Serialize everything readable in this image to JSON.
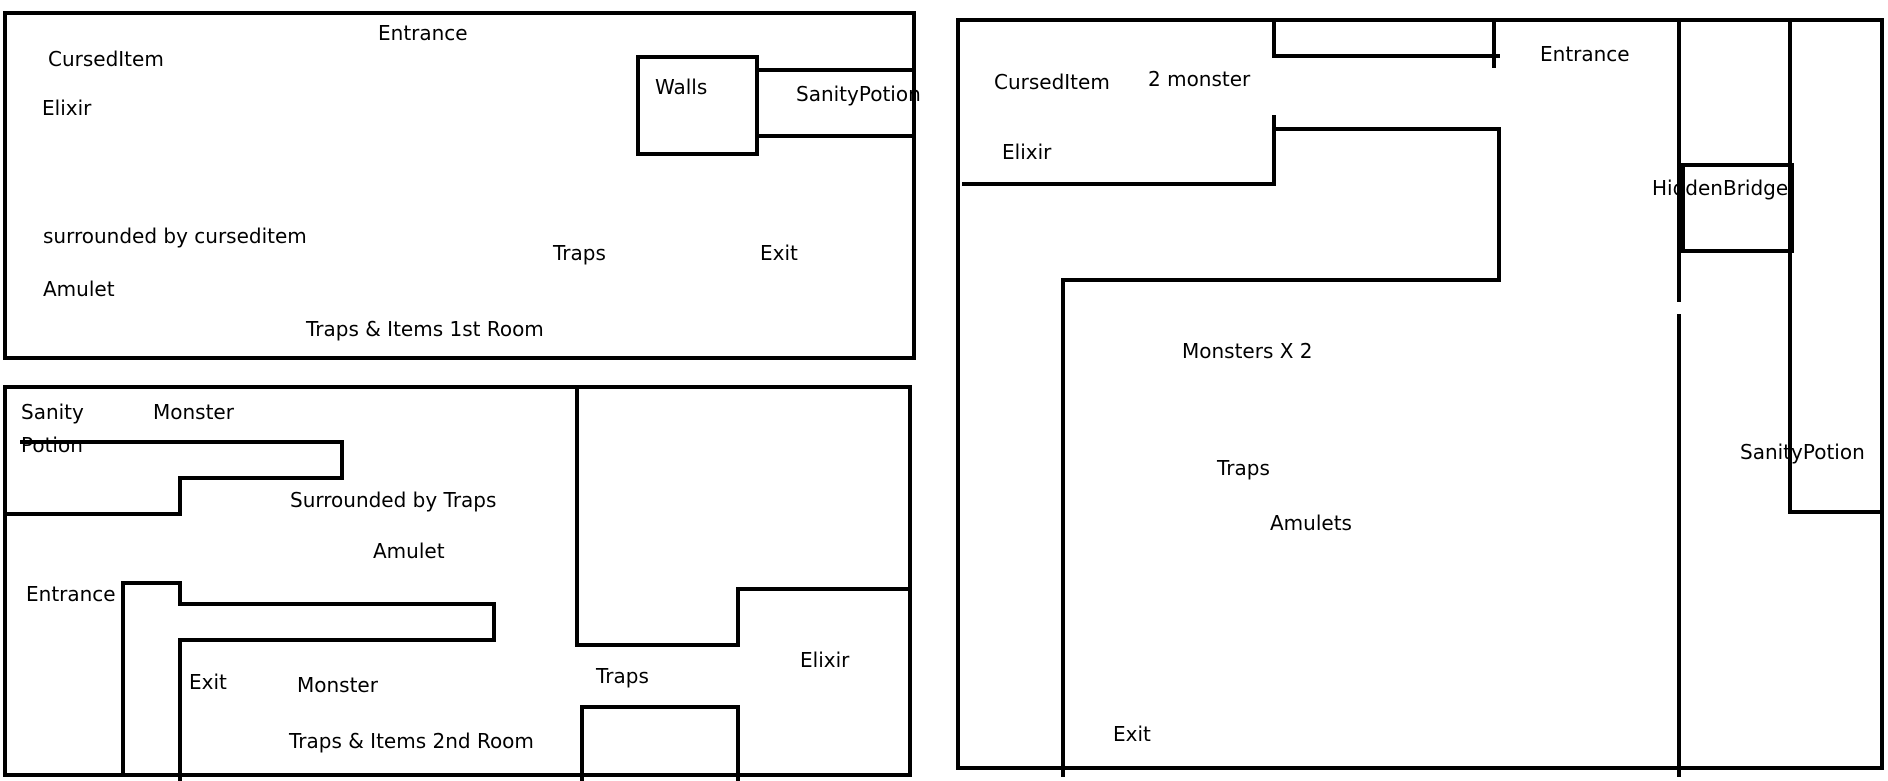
{
  "colors": {
    "ink": "#000000",
    "paper": "#ffffff"
  },
  "room1": {
    "title": "Traps & Items 1st Room",
    "entrance": "Entrance",
    "cursed_item": "CursedItem",
    "elixir": "Elixir",
    "walls": "Walls",
    "sanity_potion": "SanityPotion",
    "surrounded": "surrounded by curseditem",
    "traps": "Traps",
    "exit": "Exit",
    "amulet": "Amulet"
  },
  "room2": {
    "title": "Traps & Items 2nd Room",
    "sanity": "Sanity",
    "potion": "Potion",
    "monster_top": "Monster",
    "surrounded": "Surrounded by Traps",
    "amulet": "Amulet",
    "entrance": "Entrance",
    "exit": "Exit",
    "monster_bottom": "Monster",
    "traps": "Traps",
    "elixir": "Elixir"
  },
  "room3": {
    "cursed_item": "CursedItem",
    "two_monster": "2 monster",
    "entrance": "Entrance",
    "elixir": "Elixir",
    "hidden_bridge": "HiddenBridge",
    "monsters_x2": "Monsters X 2",
    "traps": "Traps",
    "amulets": "Amulets",
    "sanity_potion": "SanityPotion",
    "exit": "Exit"
  }
}
